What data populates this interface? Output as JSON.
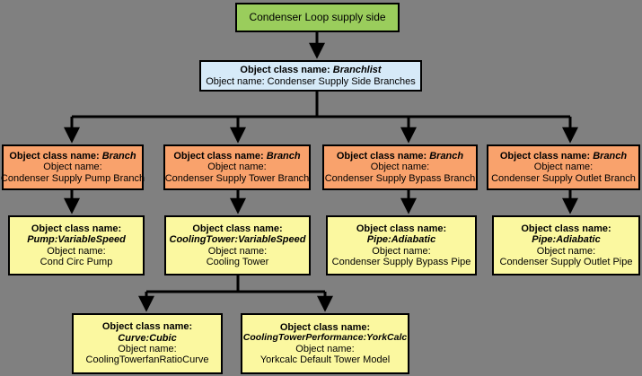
{
  "diagram": {
    "title": "Condenser Loop supply side",
    "background_color": "#808080",
    "colors": {
      "root": "#9acd5c",
      "branchlist": "#d6eaf8",
      "branch": "#f9a26c",
      "leaf": "#fbf8a0",
      "line": "#000000"
    },
    "labels": {
      "class_label": "Object class name:",
      "name_label": "Object name:"
    },
    "nodes": {
      "root": {
        "text": "Condenser Loop supply side"
      },
      "branchlist": {
        "class_label": "Object class name:",
        "class_value": "Branchlist",
        "name_line": "Object name: Condenser Supply Side Branches"
      },
      "branch_pump": {
        "class_label": "Object class name:",
        "class_value": "Branch",
        "name_label": "Object name:",
        "name_value": "Condenser Supply Pump Branch"
      },
      "branch_tower": {
        "class_label": "Object class name:",
        "class_value": "Branch",
        "name_label": "Object name:",
        "name_value": "Condenser Supply Tower Branch"
      },
      "branch_bypass": {
        "class_label": "Object class name:",
        "class_value": "Branch",
        "name_label": "Object name:",
        "name_value": "Condenser Supply Bypass Branch"
      },
      "branch_outlet": {
        "class_label": "Object class name:",
        "class_value": "Branch",
        "name_label": "Object name:",
        "name_value": "Condenser Supply Outlet Branch"
      },
      "pump": {
        "class_label": "Object class name:",
        "class_value": "Pump:VariableSpeed",
        "name_label": "Object name:",
        "name_value": "Cond Circ Pump"
      },
      "tower": {
        "class_label": "Object class name:",
        "class_value": "CoolingTower:VariableSpeed",
        "name_label": "Object name:",
        "name_value": "Cooling Tower"
      },
      "bypass_pipe": {
        "class_label": "Object class name:",
        "class_value": "Pipe:Adiabatic",
        "name_label": "Object name:",
        "name_value": "Condenser Supply Bypass Pipe"
      },
      "outlet_pipe": {
        "class_label": "Object class name:",
        "class_value": "Pipe:Adiabatic",
        "name_label": "Object name:",
        "name_value": "Condenser Supply Outlet Pipe"
      },
      "curve": {
        "class_label": "Object class name:",
        "class_value": "Curve:Cubic",
        "name_label": "Object name:",
        "name_value": "CoolingTowerfanRatioCurve"
      },
      "performance": {
        "class_label": "Object class name:",
        "class_value": "CoolingTowerPerformance:YorkCalc",
        "name_label": "Object name:",
        "name_value": "Yorkcalc Default Tower Model"
      }
    }
  }
}
